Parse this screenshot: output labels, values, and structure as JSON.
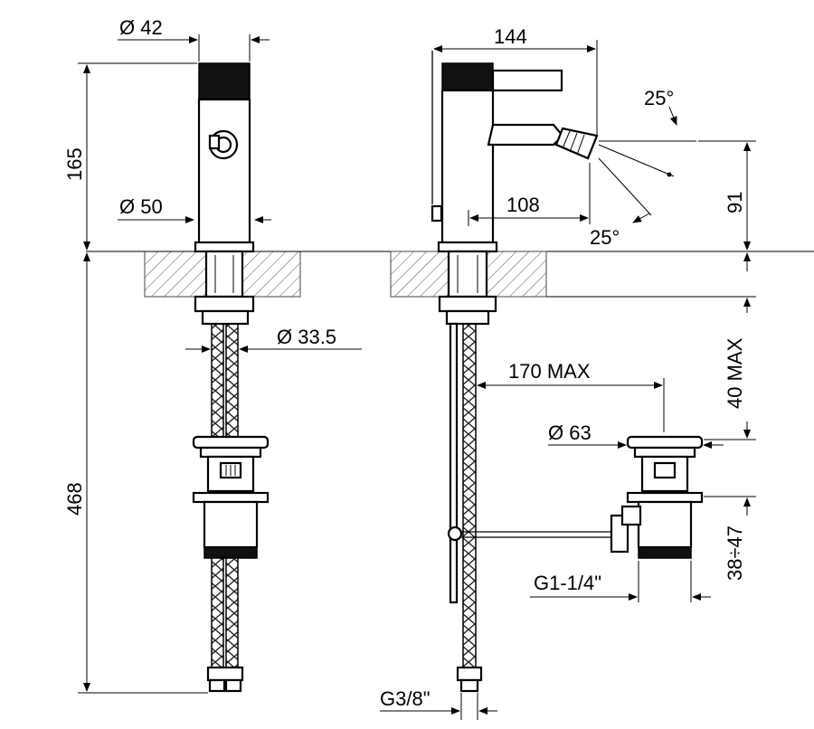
{
  "dimensions": {
    "body_diameter": "Ø 42",
    "base_diameter": "Ø 50",
    "height_above_deck": "165",
    "height_below_deck": "468",
    "hose_diameter": "Ø 33.5",
    "reach": "144",
    "spout_reach": "108",
    "tilt_up": "25°",
    "tilt_down": "25°",
    "spout_height": "91",
    "deck_thickness": "40 MAX",
    "rod_length": "170 MAX",
    "waste_diameter": "Ø 63",
    "waste_thread": "G1-1/4\"",
    "waste_adjust": "38÷47",
    "hose_thread": "G3/8\""
  }
}
